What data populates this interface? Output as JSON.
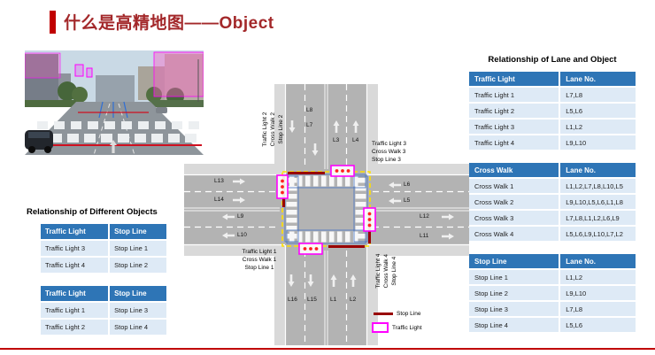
{
  "slide": {
    "title": "什么是高精地图——Object"
  },
  "colors": {
    "accent_red": "#C00000",
    "table_header_blue": "#2E75B6",
    "table_row_blue": "#DEEAF6",
    "stop_line": "#990000",
    "traffic_light": "#FF00FF"
  },
  "right_panel": {
    "title": "Relationship of Lane and Object",
    "tables": [
      {
        "header": [
          "Traffic Light",
          "Lane No."
        ],
        "rows": [
          [
            "Traffic Light 1",
            "L7,L8"
          ],
          [
            "Traffic Light 2",
            "L5,L6"
          ],
          [
            "Traffic Light 3",
            "L1,L2"
          ],
          [
            "Traffic Light 4",
            "L9,L10"
          ]
        ]
      },
      {
        "header": [
          "Cross Walk",
          "Lane No."
        ],
        "rows": [
          [
            "Cross Walk 1",
            "L1,L2,L7,L8,L10,L5"
          ],
          [
            "Cross Walk 2",
            "L9,L10,L5,L6,L1,L8"
          ],
          [
            "Cross Walk 3",
            "L7,L8,L1,L2,L6,L9"
          ],
          [
            "Cross Walk 4",
            "L5,L6,L9,L10,L7,L2"
          ]
        ]
      },
      {
        "header": [
          "Stop Line",
          "Lane No."
        ],
        "rows": [
          [
            "Stop Line 1",
            "L1,L2"
          ],
          [
            "Stop Line 2",
            "L9,L10"
          ],
          [
            "Stop Line 3",
            "L7,L8"
          ],
          [
            "Stop Line 4",
            "L5,L6"
          ]
        ]
      }
    ]
  },
  "left_panel": {
    "title": "Relationship of  Different Objects",
    "tables": [
      {
        "header": [
          "Traffic Light",
          "Stop Line"
        ],
        "rows": [
          [
            "Traffic Light 3",
            "Stop Line 1"
          ],
          [
            "Traffic Light 4",
            "Stop Line 2"
          ]
        ]
      },
      {
        "header": [
          "Traffic Light",
          "Stop Line"
        ],
        "rows": [
          [
            "Traffic Light 1",
            "Stop Line 3"
          ],
          [
            "Traffic Light 2",
            "Stop Line 4"
          ]
        ]
      }
    ]
  },
  "diagram": {
    "lanes": {
      "l1": "L1",
      "l2": "L2",
      "l3": "L3",
      "l4": "L4",
      "l5": "L5",
      "l6": "L6",
      "l7": "L7",
      "l8": "L8",
      "l9": "L9",
      "l10": "L10",
      "l11": "L11",
      "l12": "L12",
      "l13": "L13",
      "l14": "L14",
      "l15": "L15",
      "l16": "L16"
    },
    "annotations": {
      "group1": [
        "Traffic Light 1",
        "Cross Walk 1",
        "Stop Line 1"
      ],
      "group2": [
        "Traffic Light 2",
        "Cross Walk 2",
        "Stop Line 2"
      ],
      "group3": [
        "Traffic Light 3",
        "Cross Walk 3",
        "Stop Line 3"
      ],
      "group4": [
        "Traffic Light 4",
        "Cross Walk 4",
        "Stop Line 4"
      ]
    },
    "legend": [
      {
        "label": "Stop Line",
        "color": "#990000"
      },
      {
        "label": "Traffic Light",
        "color": "#FF00FF"
      }
    ]
  }
}
